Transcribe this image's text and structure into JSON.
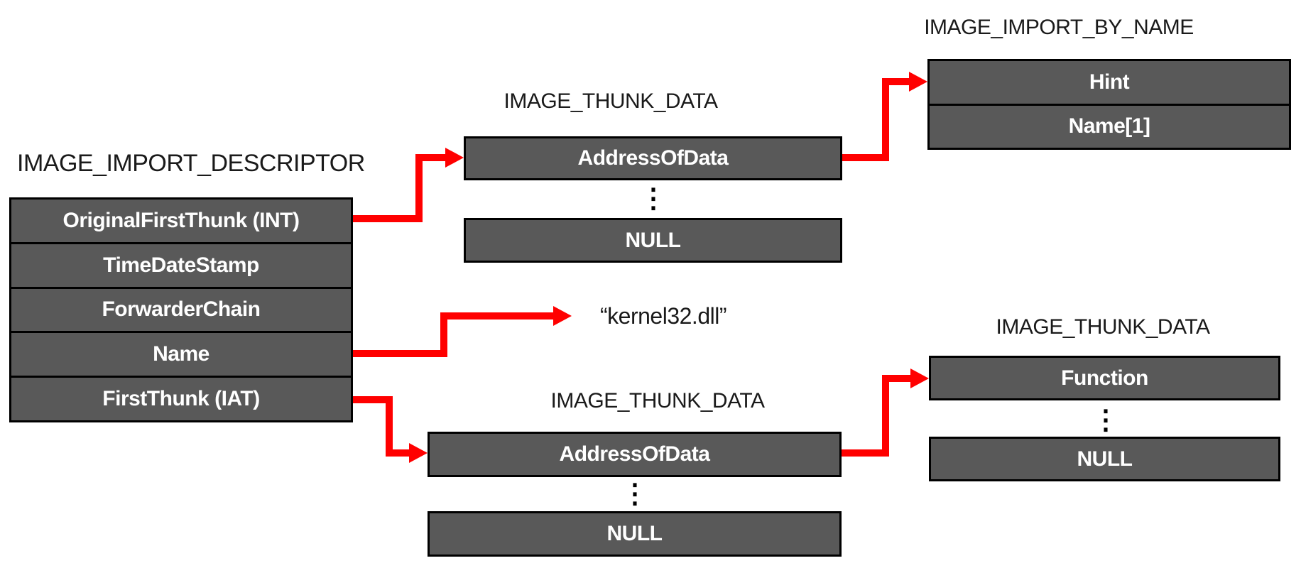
{
  "colors": {
    "box_fill": "#595959",
    "box_border": "#000000",
    "box_text": "#ffffff",
    "title_text": "#1a1a1a",
    "arrow": "#ff0000",
    "background": "#ffffff"
  },
  "diagram": {
    "descriptor": {
      "title": "IMAGE_IMPORT_DESCRIPTOR",
      "rows": [
        "OriginalFirstThunk (INT)",
        "TimeDateStamp",
        "ForwarderChain",
        "Name",
        "FirstThunk (IAT)"
      ]
    },
    "thunk_top": {
      "title": "IMAGE_THUNK_DATA",
      "row_addr": "AddressOfData",
      "row_null": "NULL",
      "ellipsis": "⋮"
    },
    "import_by_name": {
      "title": "IMAGE_IMPORT_BY_NAME",
      "row_hint": "Hint",
      "row_name": "Name[1]"
    },
    "thunk_bottom": {
      "title": "IMAGE_THUNK_DATA",
      "row_addr": "AddressOfData",
      "row_null": "NULL",
      "ellipsis": "⋮"
    },
    "thunk_right": {
      "title": "IMAGE_THUNK_DATA",
      "row_func": "Function",
      "row_null": "NULL",
      "ellipsis": "⋮"
    },
    "dll_label": "“kernel32.dll”"
  }
}
